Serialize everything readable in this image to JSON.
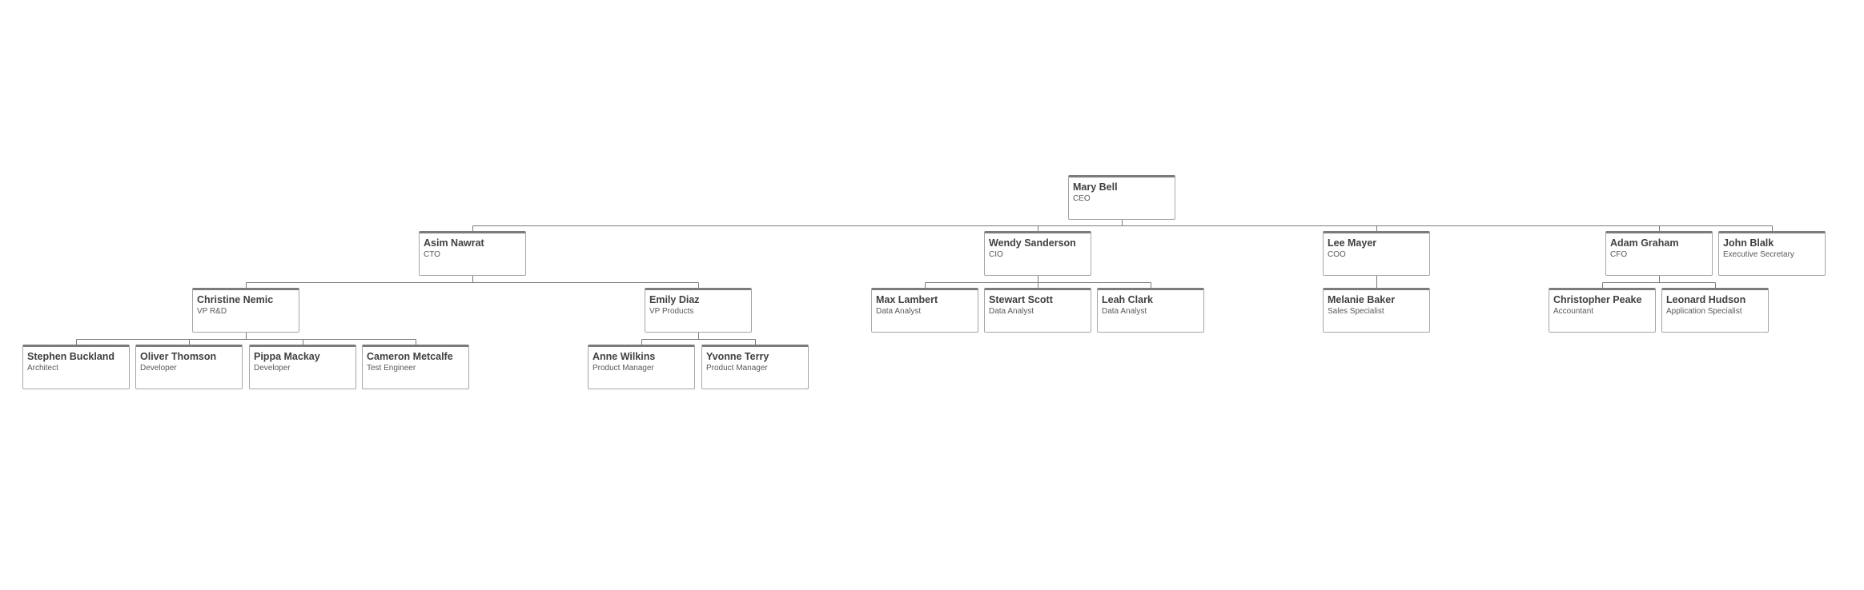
{
  "org_chart": {
    "nodes": [
      {
        "id": "mary",
        "name": "Mary Bell",
        "title": "CEO",
        "parent": null
      },
      {
        "id": "asim",
        "name": "Asim Nawrat",
        "title": "CTO",
        "parent": "mary"
      },
      {
        "id": "wendy",
        "name": "Wendy Sanderson",
        "title": "CIO",
        "parent": "mary"
      },
      {
        "id": "lee",
        "name": "Lee Mayer",
        "title": "COO",
        "parent": "mary"
      },
      {
        "id": "adam",
        "name": "Adam Graham",
        "title": "CFO",
        "parent": "mary"
      },
      {
        "id": "john",
        "name": "John Blalk",
        "title": "Executive Secretary",
        "parent": "mary"
      },
      {
        "id": "christine",
        "name": "Christine Nemic",
        "title": "VP R&D",
        "parent": "asim"
      },
      {
        "id": "emily",
        "name": "Emily Diaz",
        "title": "VP Products",
        "parent": "asim"
      },
      {
        "id": "max",
        "name": "Max Lambert",
        "title": "Data Analyst",
        "parent": "wendy"
      },
      {
        "id": "stewart",
        "name": "Stewart Scott",
        "title": "Data Analyst",
        "parent": "wendy"
      },
      {
        "id": "leah",
        "name": "Leah Clark",
        "title": "Data Analyst",
        "parent": "wendy"
      },
      {
        "id": "melanie",
        "name": "Melanie Baker",
        "title": "Sales Specialist",
        "parent": "lee"
      },
      {
        "id": "christopher",
        "name": "Christopher Peake",
        "title": "Accountant",
        "parent": "adam"
      },
      {
        "id": "leonard",
        "name": "Leonard Hudson",
        "title": "Application Specialist",
        "parent": "adam"
      },
      {
        "id": "stephen",
        "name": "Stephen Buckland",
        "title": "Architect",
        "parent": "christine"
      },
      {
        "id": "oliver",
        "name": "Oliver Thomson",
        "title": "Developer",
        "parent": "christine"
      },
      {
        "id": "pippa",
        "name": "Pippa Mackay",
        "title": "Developer",
        "parent": "christine"
      },
      {
        "id": "cameron",
        "name": "Cameron Metcalfe",
        "title": "Test Engineer",
        "parent": "christine"
      },
      {
        "id": "anne",
        "name": "Anne Wilkins",
        "title": "Product Manager",
        "parent": "emily"
      },
      {
        "id": "yvonne",
        "name": "Yvonne Terry",
        "title": "Product Manager",
        "parent": "emily"
      }
    ],
    "colors": {
      "card_border": "#a6a6a6",
      "card_top_border": "#7b7b7b",
      "connector": "#7b7b7b",
      "name_text": "#404040",
      "title_text": "#595959"
    }
  }
}
